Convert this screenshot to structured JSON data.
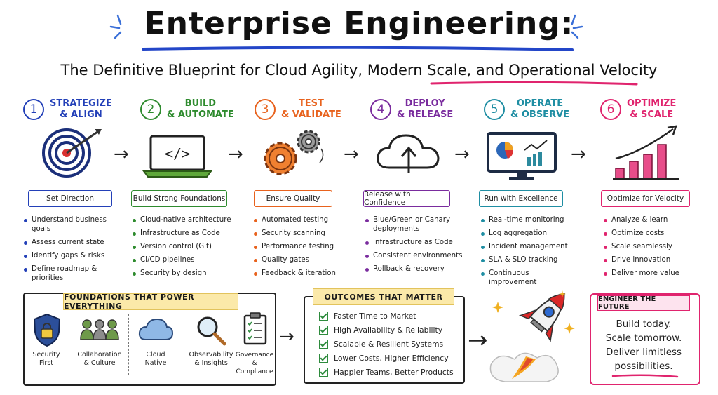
{
  "title": "Enterprise Engineering:",
  "subtitle": "The Definitive Blueprint for Cloud Agility, Modern Scale, and Operational Velocity",
  "steps": [
    {
      "num": "1",
      "label_l1": "STRATEGIZE",
      "label_l2": "& ALIGN",
      "color": "#2340b8",
      "box": "Set Direction",
      "icon": "target-icon",
      "bullets": [
        "Understand business goals",
        "Assess current state",
        "Identify gaps & risks",
        "Define roadmap & priorities"
      ]
    },
    {
      "num": "2",
      "label_l1": "BUILD",
      "label_l2": "& AUTOMATE",
      "color": "#2e8b2e",
      "box": "Build Strong Foundations",
      "icon": "laptop-code-icon",
      "bullets": [
        "Cloud-native architecture",
        "Infrastructure as Code",
        "Version control (Git)",
        "CI/CD pipelines",
        "Security by design"
      ]
    },
    {
      "num": "3",
      "label_l1": "TEST",
      "label_l2": "& VALIDATE",
      "color": "#e8621d",
      "box": "Ensure Quality",
      "icon": "gears-icon",
      "bullets": [
        "Automated testing",
        "Security scanning",
        "Performance testing",
        "Quality gates",
        "Feedback & iteration"
      ]
    },
    {
      "num": "4",
      "label_l1": "DEPLOY",
      "label_l2": "& RELEASE",
      "color": "#7a2c9e",
      "box": "Release with Confidence",
      "icon": "cloud-upload-icon",
      "bullets": [
        "Blue/Green or Canary deployments",
        "Infrastructure as Code",
        "Consistent environments",
        "Rollback & recovery"
      ]
    },
    {
      "num": "5",
      "label_l1": "OPERATE",
      "label_l2": "& OBSERVE",
      "color": "#1f8ea3",
      "box": "Run with Excellence",
      "icon": "monitor-dashboard-icon",
      "bullets": [
        "Real-time monitoring",
        "Log aggregation",
        "Incident management",
        "SLA & SLO tracking",
        "Continuous improvement"
      ]
    },
    {
      "num": "6",
      "label_l1": "OPTIMIZE",
      "label_l2": "& SCALE",
      "color": "#e0246e",
      "box": "Optimize for Velocity",
      "icon": "growth-chart-icon",
      "bullets": [
        "Analyze & learn",
        "Optimize costs",
        "Scale seamlessly",
        "Drive innovation",
        "Deliver more value"
      ]
    }
  ],
  "foundations": {
    "title": "FOUNDATIONS THAT POWER EVERYTHING",
    "items": [
      {
        "l1": "Security",
        "l2": "First",
        "icon": "shield-lock-icon"
      },
      {
        "l1": "Collaboration",
        "l2": "& Culture",
        "icon": "team-icon"
      },
      {
        "l1": "Cloud",
        "l2": "Native",
        "icon": "cloud-icon"
      },
      {
        "l1": "Observability",
        "l2": "& Insights",
        "icon": "magnifier-icon"
      },
      {
        "l1": "Governance",
        "l2": "& Compliance",
        "icon": "checklist-icon"
      }
    ]
  },
  "outcomes": {
    "title": "OUTCOMES THAT MATTER",
    "items": [
      "Faster Time to Market",
      "High Availability & Reliability",
      "Scalable & Resilient Systems",
      "Lower Costs, Higher Efficiency",
      "Happier Teams, Better Products"
    ]
  },
  "future": {
    "title": "ENGINEER THE FUTURE",
    "lines": [
      "Build today.",
      "Scale tomorrow.",
      "Deliver limitless",
      "possibilities."
    ]
  }
}
